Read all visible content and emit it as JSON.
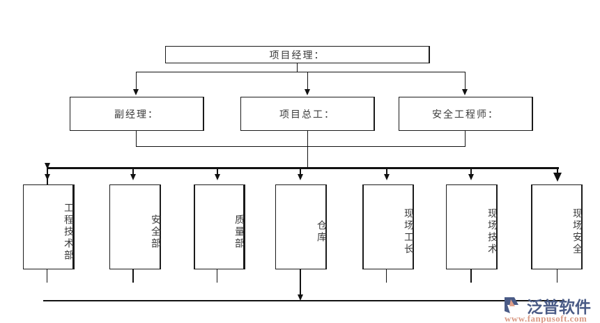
{
  "diagram": {
    "type": "organization-chart",
    "title": "",
    "levels": [
      {
        "level": 1,
        "orientation": "horizontal",
        "nodes": [
          {
            "id": "project-manager",
            "label": "项目经理："
          }
        ]
      },
      {
        "level": 2,
        "orientation": "horizontal",
        "nodes": [
          {
            "id": "deputy-manager",
            "label": "副经理："
          },
          {
            "id": "project-chief-engineer",
            "label": "项目总工："
          },
          {
            "id": "safety-engineer",
            "label": "安全工程师："
          }
        ]
      },
      {
        "level": 3,
        "orientation": "vertical",
        "nodes": [
          {
            "id": "engineering-tech-dept",
            "label": "工程技术部"
          },
          {
            "id": "safety-dept",
            "label": "安全部"
          },
          {
            "id": "quality-dept",
            "label": "质量部"
          },
          {
            "id": "warehouse",
            "label": "仓库"
          },
          {
            "id": "site-foreman",
            "label": "现场工长"
          },
          {
            "id": "site-technician",
            "label": "现场技术"
          },
          {
            "id": "site-safety",
            "label": "现场安全"
          }
        ]
      }
    ],
    "colors": {
      "background": "#ffffff",
      "line": "#111111",
      "box_border": "#1a1a1a",
      "box_fill": "#ffffff",
      "text": "#3a3a3a"
    }
  },
  "watermark": {
    "brand_cn": "泛普软件",
    "url": "www.fanpusoft.com",
    "logo_color_dark": "#4a5b86",
    "logo_color_accent": "#e0a08a",
    "url_color": "#d99b86"
  }
}
